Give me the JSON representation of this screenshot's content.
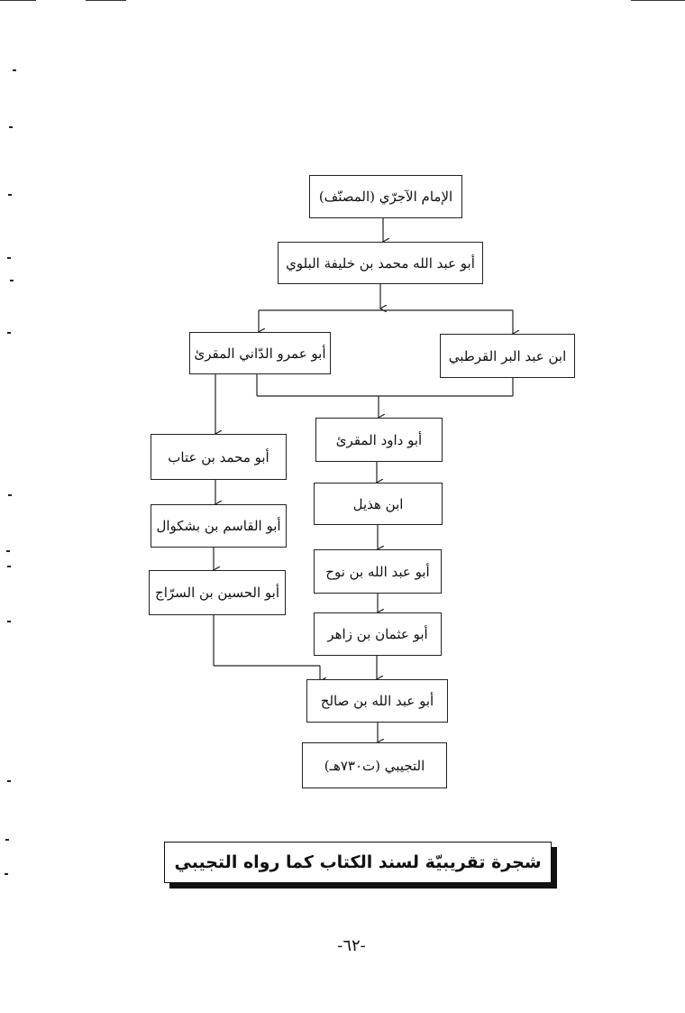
{
  "diagram": {
    "nodes": {
      "author": "الإمام الآجرّي (المصنّف)",
      "balawi": "أبو عبد الله محمد بن خليفة البلوي",
      "dani": "أبو عمرو الدّاني المقرئ",
      "qurtubi": "ابن عبد البر القرطبي",
      "ibn_attab": "أبو محمد بن عتاب",
      "abu_dawud": "أبو داود المقرئ",
      "ibn_bashkuwal": "أبو القاسم بن بشكوال",
      "ibn_hudhayl": "ابن هذيل",
      "ibn_sarraj": "أبو الحسين بن السرّاج",
      "ibn_nuh": "أبو عبد الله بن نوح",
      "ibn_zahir": "أبو عثمان بن زاهر",
      "ibn_salih": "أبو عبد الله بن صالح",
      "tujibi": "التجيبي (ت٧٣٠هـ)"
    }
  },
  "caption": "شجرة تقريبيّة لسند الكتاب كما رواه التجيبي",
  "page_number": "-٦٢-"
}
